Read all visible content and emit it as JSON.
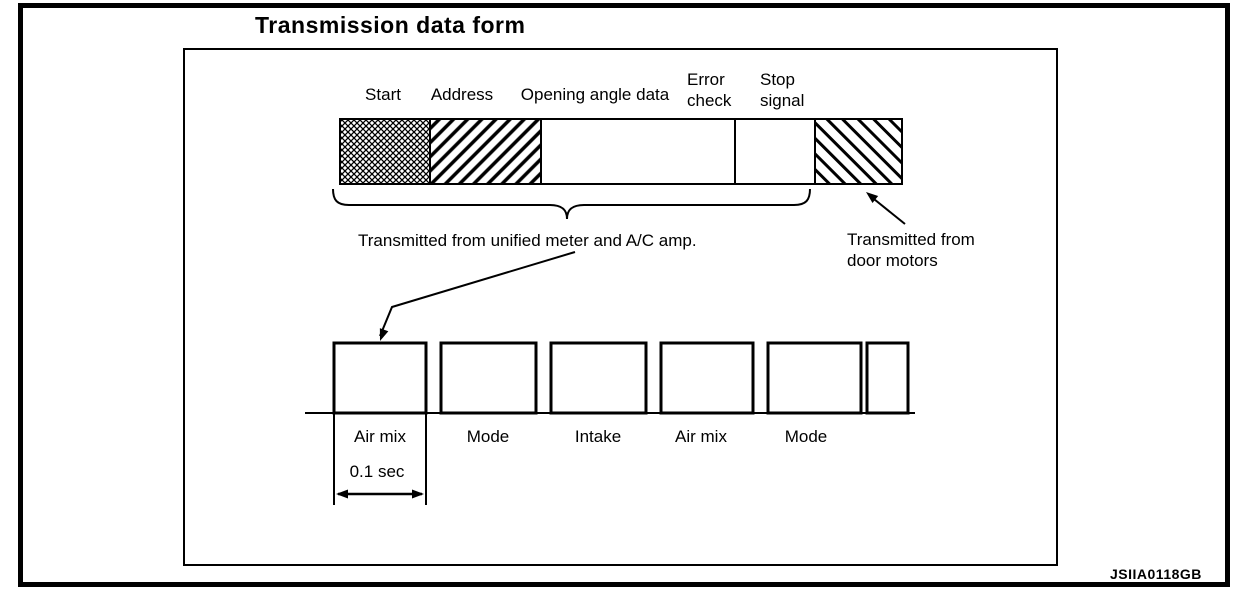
{
  "figure": {
    "title": "Transmission data form",
    "figure_id": "JSIIA0118GB"
  },
  "frame_diagram": {
    "segments": [
      {
        "label": "Start",
        "pattern": "dense-crosshatch"
      },
      {
        "label": "Address",
        "pattern": "diagonal-forward"
      },
      {
        "label": "Opening angle data",
        "pattern": "none"
      },
      {
        "label": "Error check",
        "pattern": "none"
      },
      {
        "label": "Stop signal",
        "pattern": "diagonal-back"
      }
    ],
    "brace_caption": "Transmitted from unified meter and A/C amp.",
    "stop_caption": "Transmitted from door motors"
  },
  "timing_diagram": {
    "pulse_labels": [
      "Air mix",
      "Mode",
      "Intake",
      "Air mix",
      "Mode"
    ],
    "interval_label": "0.1 sec"
  },
  "colors": {
    "ink": "#000000",
    "background": "#ffffff"
  }
}
